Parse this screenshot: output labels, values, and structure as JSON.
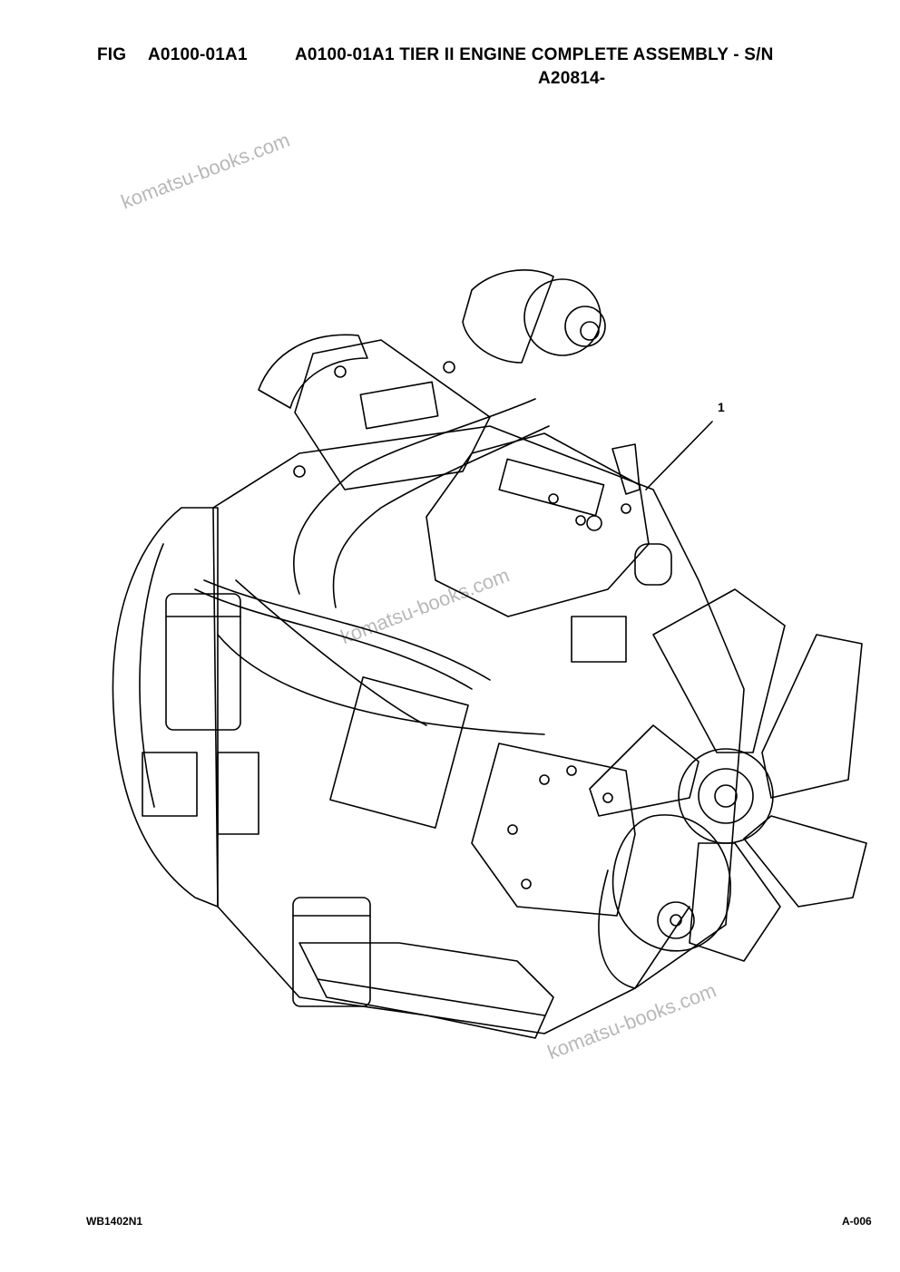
{
  "header": {
    "fig_label": "FIG",
    "fig_number": "A0100-01A1",
    "title_line1": "A0100-01A1 TIER  II ENGINE COMPLETE ASSEMBLY - S/N",
    "title_line2": "A20814-"
  },
  "drawing": {
    "callouts": [
      {
        "label": "1"
      }
    ]
  },
  "watermark": {
    "text": "komatsu-books.com"
  },
  "footer": {
    "doc_id": "WB1402N1",
    "page": "A-006"
  }
}
